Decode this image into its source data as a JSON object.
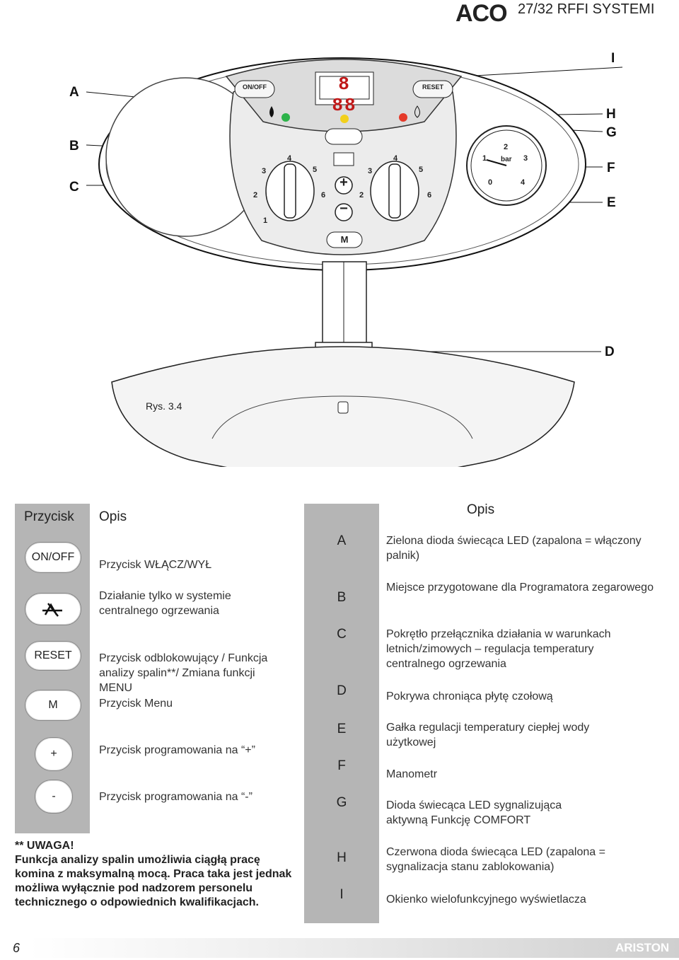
{
  "header": {
    "logo": "ACO",
    "title": "27/32 RFFI SYSTEMI"
  },
  "figure": {
    "caption": "Rys. 3.4",
    "callouts": {
      "A": "A",
      "B": "B",
      "C": "C",
      "D": "D",
      "E": "E",
      "F": "F",
      "G": "G",
      "H": "H",
      "I": "I"
    },
    "panel": {
      "onoff": "ON/OFF",
      "reset": "RESET",
      "display": "8 88",
      "menu": "M",
      "plus": "+",
      "minus": "−",
      "dial_left_ticks": [
        "1",
        "2",
        "3",
        "4",
        "5",
        "6"
      ],
      "dial_right_ticks": [
        "2",
        "3",
        "4",
        "5",
        "6"
      ],
      "gauge_ticks": [
        "0",
        "1",
        "2",
        "3",
        "4"
      ],
      "gauge_unit": "bar"
    }
  },
  "left_table": {
    "head_button": "Przycisk",
    "head_desc": "Opis",
    "rows": [
      {
        "button": "ON/OFF",
        "desc": "Przycisk WŁĄCZ/WYŁ"
      },
      {
        "button": "",
        "desc": "Działanie tylko w systemie centralnego ogrzewania"
      },
      {
        "button": "RESET",
        "desc": "Przycisk odblokowujący / Funkcja analizy spalin**/ Zmiana funkcji MENU"
      },
      {
        "button": "M",
        "desc": "Przycisk Menu"
      },
      {
        "button": "+",
        "desc": "Przycisk programowania na “+”"
      },
      {
        "button": "-",
        "desc": "Przycisk programowania na “-”"
      }
    ]
  },
  "warning": {
    "title": "** UWAGA!",
    "text": "Funkcja analizy spalin umożliwia ciągłą pracę komina z maksymalną mocą. Praca taka jest jednak możliwa wyłącznie pod nadzorem personelu technicznego o odpowiednich kwalifikacjach."
  },
  "right_table": {
    "head": "Opis",
    "rows": [
      {
        "letter": "A",
        "desc": "Zielona dioda świecąca LED (zapalona = włączony palnik)"
      },
      {
        "letter": "B",
        "desc": "Miejsce przygotowane dla Programatora zegarowego"
      },
      {
        "letter": "C",
        "desc": "Pokrętło przełącznika działania w warunkach letnich/zimowych – regulacja temperatury centralnego ogrzewania"
      },
      {
        "letter": "D",
        "desc": "Pokrywa chroniąca płytę czołową"
      },
      {
        "letter": "E",
        "desc": "Gałka regulacji temperatury ciepłej wody użytkowej"
      },
      {
        "letter": "F",
        "desc": "Manometr"
      },
      {
        "letter": "G",
        "desc": "Dioda świecąca LED sygnalizująca aktywną Funkcję COMFORT"
      },
      {
        "letter": "H",
        "desc": "Czerwona dioda świecąca LED (zapalona = sygnalizacja stanu zablokowania)"
      },
      {
        "letter": "I",
        "desc": "Okienko wielofunkcyjnego wyświetlacza"
      }
    ]
  },
  "footer": {
    "page": "6",
    "brand": "ARISTON"
  }
}
